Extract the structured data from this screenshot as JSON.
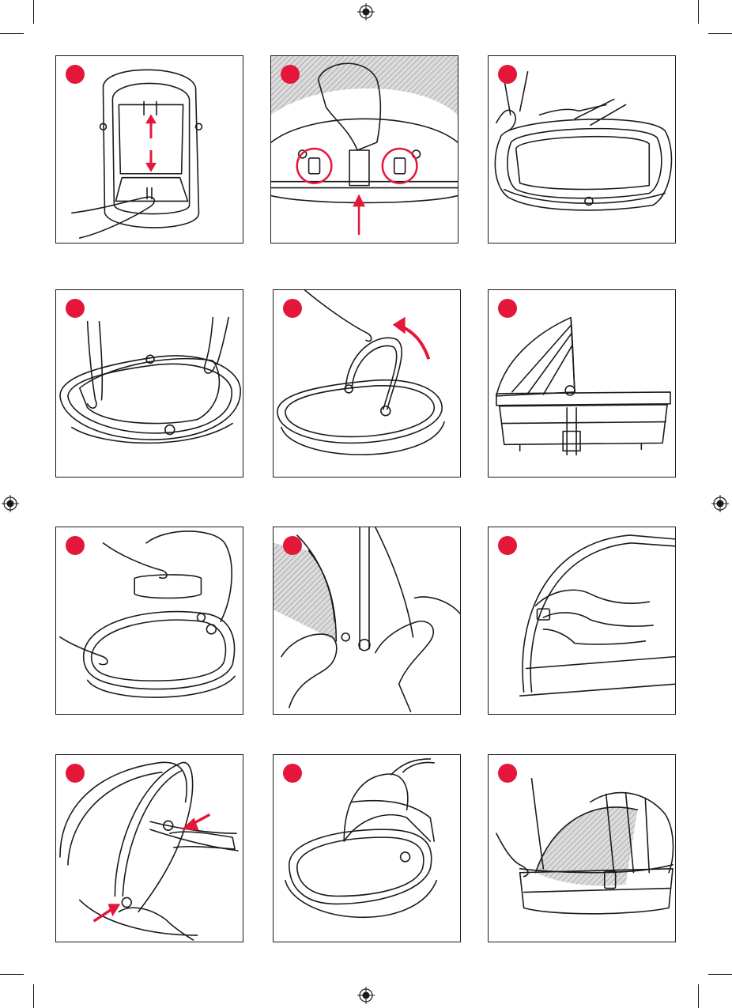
{
  "page": {
    "description_icon": "assembly-instruction-illustrations",
    "accent_color": "#e4163a",
    "line_color": "#1a1a1a",
    "hatch_color": "#9a9a9a"
  },
  "steps": [
    {
      "id": "step-1",
      "icon": "carrycot-frame-pull-tab-icon"
    },
    {
      "id": "step-2",
      "icon": "clip-hooks-closeup-icon"
    },
    {
      "id": "step-3",
      "icon": "fabric-cover-fit-icon"
    },
    {
      "id": "step-4",
      "icon": "apron-cover-place-icon"
    },
    {
      "id": "step-5",
      "icon": "handle-raise-icon"
    },
    {
      "id": "step-6",
      "icon": "canopy-side-view-icon"
    },
    {
      "id": "step-7",
      "icon": "cushion-insert-icon"
    },
    {
      "id": "step-8",
      "icon": "canopy-rod-insert-icon"
    },
    {
      "id": "step-9",
      "icon": "canopy-clip-attach-icon"
    },
    {
      "id": "step-10",
      "icon": "canopy-hinge-press-icon"
    },
    {
      "id": "step-11",
      "icon": "carry-handle-lift-icon"
    },
    {
      "id": "step-12",
      "icon": "sun-visor-extend-icon"
    }
  ]
}
